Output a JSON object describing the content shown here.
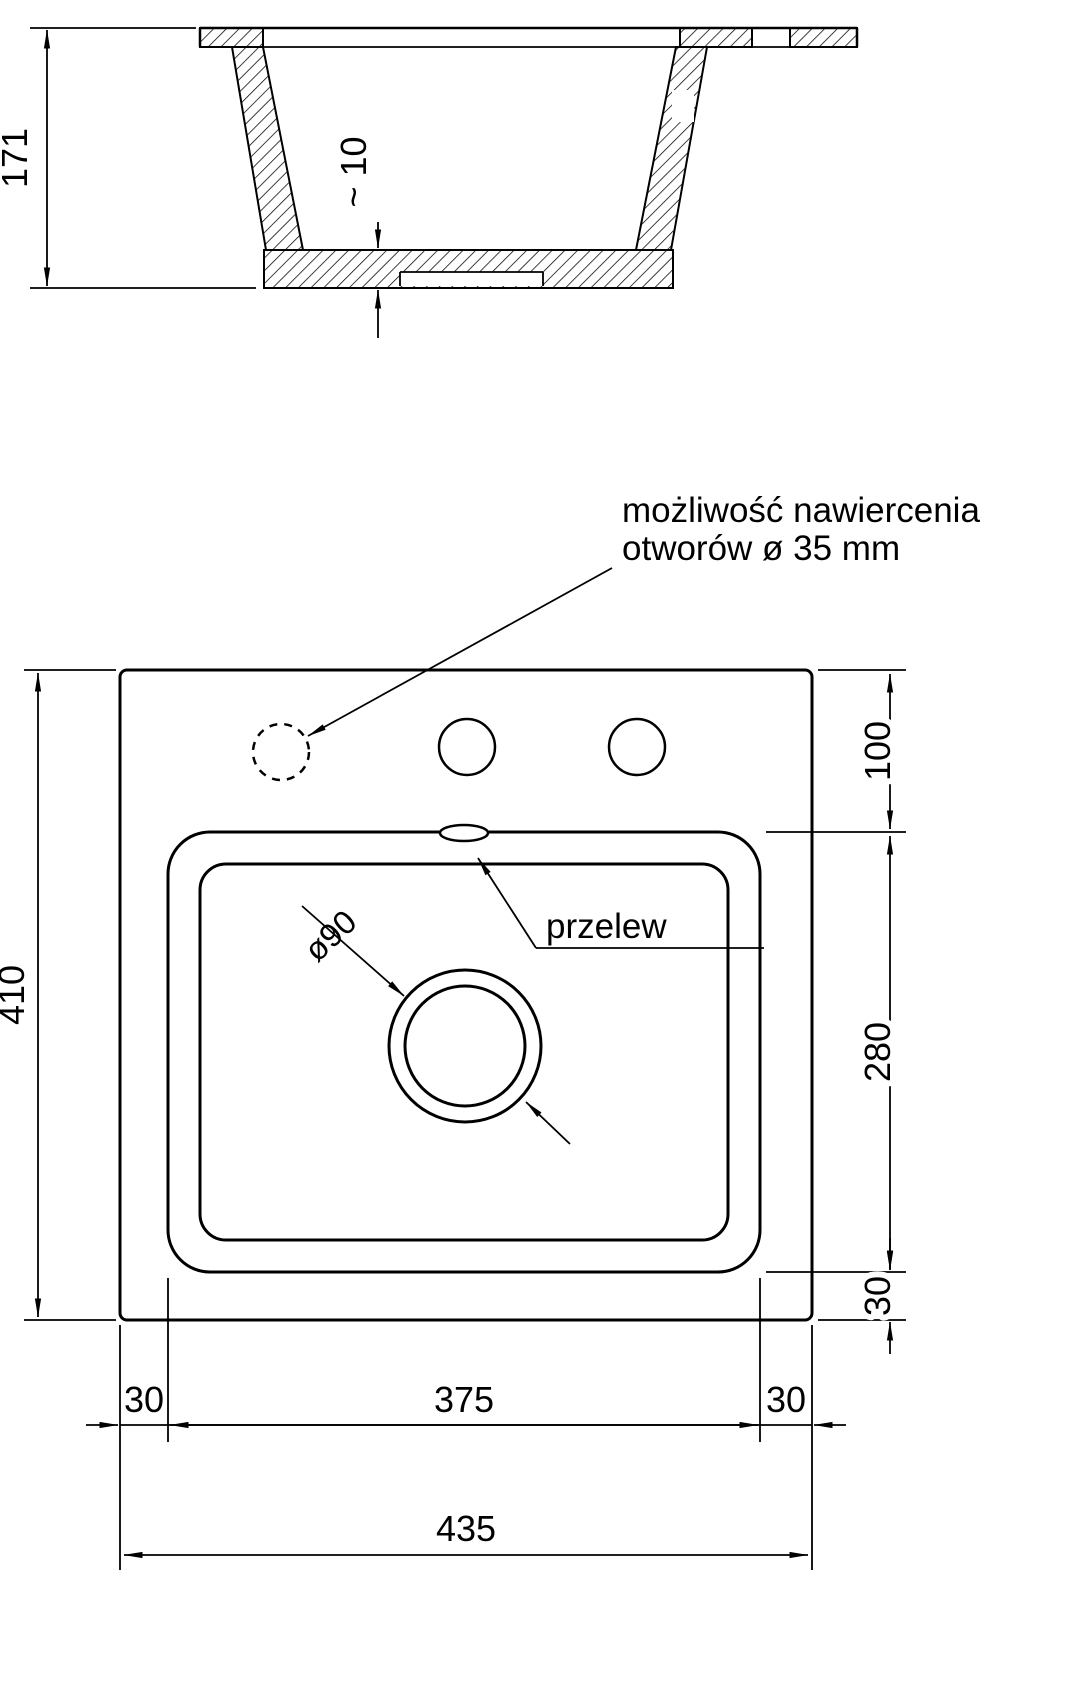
{
  "meta": {
    "title": "Kitchen sink technical drawing"
  },
  "colors": {
    "line": "#000000",
    "background": "#ffffff"
  },
  "section": {
    "dim_height": "171",
    "dim_bottom_thickness": "~ 10"
  },
  "top": {
    "annotation_line1": "możliwość nawiercenia",
    "annotation_line2": "otworów ø 35 mm",
    "overflow_label": "przelew",
    "drain_diameter": "ø90",
    "dim_total_height": "410",
    "dim_offset_top": "100",
    "dim_bowl_height": "280",
    "dim_offset_bottom": "30",
    "dim_margin_left": "30",
    "dim_bowl_width": "375",
    "dim_margin_right": "30",
    "dim_total_width": "435"
  }
}
